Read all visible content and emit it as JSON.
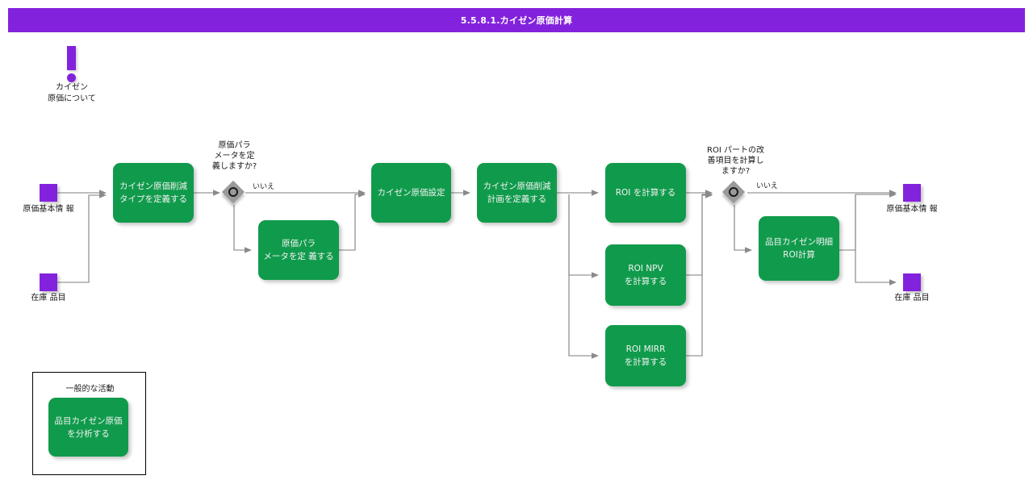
{
  "window": {
    "title": "5.5.8.1.カイゼン原価計算"
  },
  "colors": {
    "accent_purple": "#8322DC",
    "process_green": "#109B4C",
    "decision_gray": "#9A9A9A",
    "connector_gray": "#6E6E6E",
    "text_light": "#F2F2F2",
    "text_dark": "#1A1A1A"
  },
  "note": {
    "icon": "exclamation-icon",
    "text": "カイゼン\n原価について"
  },
  "entities": {
    "left": [
      {
        "name": "cost-master-info-left",
        "label": "原価基本情 報"
      },
      {
        "name": "inventory-item-left",
        "label": "在庫 品目"
      }
    ],
    "right": [
      {
        "name": "cost-master-info-right",
        "label": "原価基本情 報"
      },
      {
        "name": "inventory-item-right",
        "label": "在庫 品目"
      }
    ]
  },
  "processes": [
    {
      "name": "define-kaizen-cost-reduction-type",
      "label": "カイゼン原価削減\nタイプを定義する"
    },
    {
      "name": "define-cost-parameters",
      "label": "原価パラ\nメータを定 義する"
    },
    {
      "name": "kaizen-cost-setup",
      "label": "カイゼン原価設定"
    },
    {
      "name": "define-kaizen-cost-reduction-plan",
      "label": "カイゼン原価削減\n計画を定義する"
    },
    {
      "name": "calculate-roi",
      "label": "ROI を計算する"
    },
    {
      "name": "calculate-roi-npv",
      "label": "ROI NPV\nを計算する"
    },
    {
      "name": "calculate-roi-mirr",
      "label": "ROI MIRR\nを計算する"
    },
    {
      "name": "item-kaizen-detail-roi-calc",
      "label": "品目カイゼン明細\nROI計算"
    }
  ],
  "decisions": [
    {
      "name": "decision-define-cost-parameters",
      "question": "原価パラ\nメータを定\n義しますか?",
      "no_label": "いいえ"
    },
    {
      "name": "decision-calculate-roi-part-improvement",
      "question": "ROI パートの改\n善項目を計算し\nますか?",
      "no_label": "いいえ"
    }
  ],
  "legend": {
    "title": "一般的な活動",
    "sample": {
      "name": "analyze-item-kaizen-cost",
      "label": "品目カイゼン原価\nを分析する"
    }
  }
}
